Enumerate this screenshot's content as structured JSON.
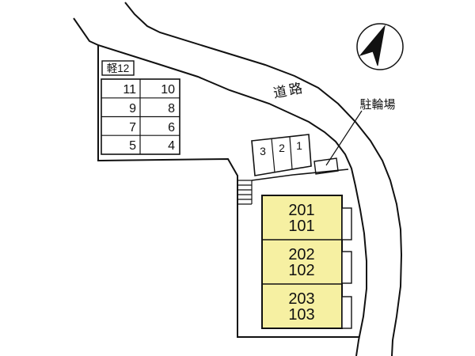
{
  "labels": {
    "road": "道路",
    "bicycle_parking": "駐輪場",
    "kei_parking": "軽12"
  },
  "kei_parking_table": {
    "rows": [
      [
        "11",
        "10"
      ],
      [
        "9",
        "8"
      ],
      [
        "7",
        "6"
      ],
      [
        "5",
        "4"
      ]
    ]
  },
  "front_stalls": [
    "3",
    "2",
    "1"
  ],
  "building": {
    "units": [
      {
        "upper": "201",
        "lower": "101"
      },
      {
        "upper": "202",
        "lower": "102"
      },
      {
        "upper": "203",
        "lower": "103"
      }
    ]
  },
  "icons": {
    "north_arrow": "north-arrow-icon"
  },
  "colors": {
    "building_fill": "#f6f0a2",
    "line": "#111111",
    "background": "#ffffff"
  }
}
